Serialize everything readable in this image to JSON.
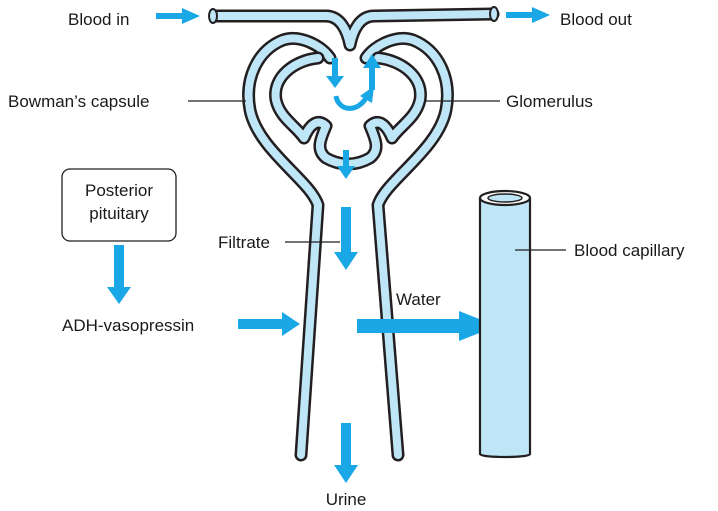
{
  "labels": {
    "blood_in": "Blood in",
    "blood_out": "Blood out",
    "bowmans_capsule": "Bowman’s capsule",
    "glomerulus": "Glomerulus",
    "posterior_pituitary_line1": "Posterior",
    "posterior_pituitary_line2": "pituitary",
    "filtrate": "Filtrate",
    "blood_capillary": "Blood capillary",
    "water": "Water",
    "adh": "ADH-vasopressin",
    "urine": "Urine"
  },
  "colors": {
    "arrow": "#1aa7e6",
    "tube_fill": "#bfe6f7",
    "capillary_fill": "#bfe6f7",
    "outline": "#231f20"
  }
}
